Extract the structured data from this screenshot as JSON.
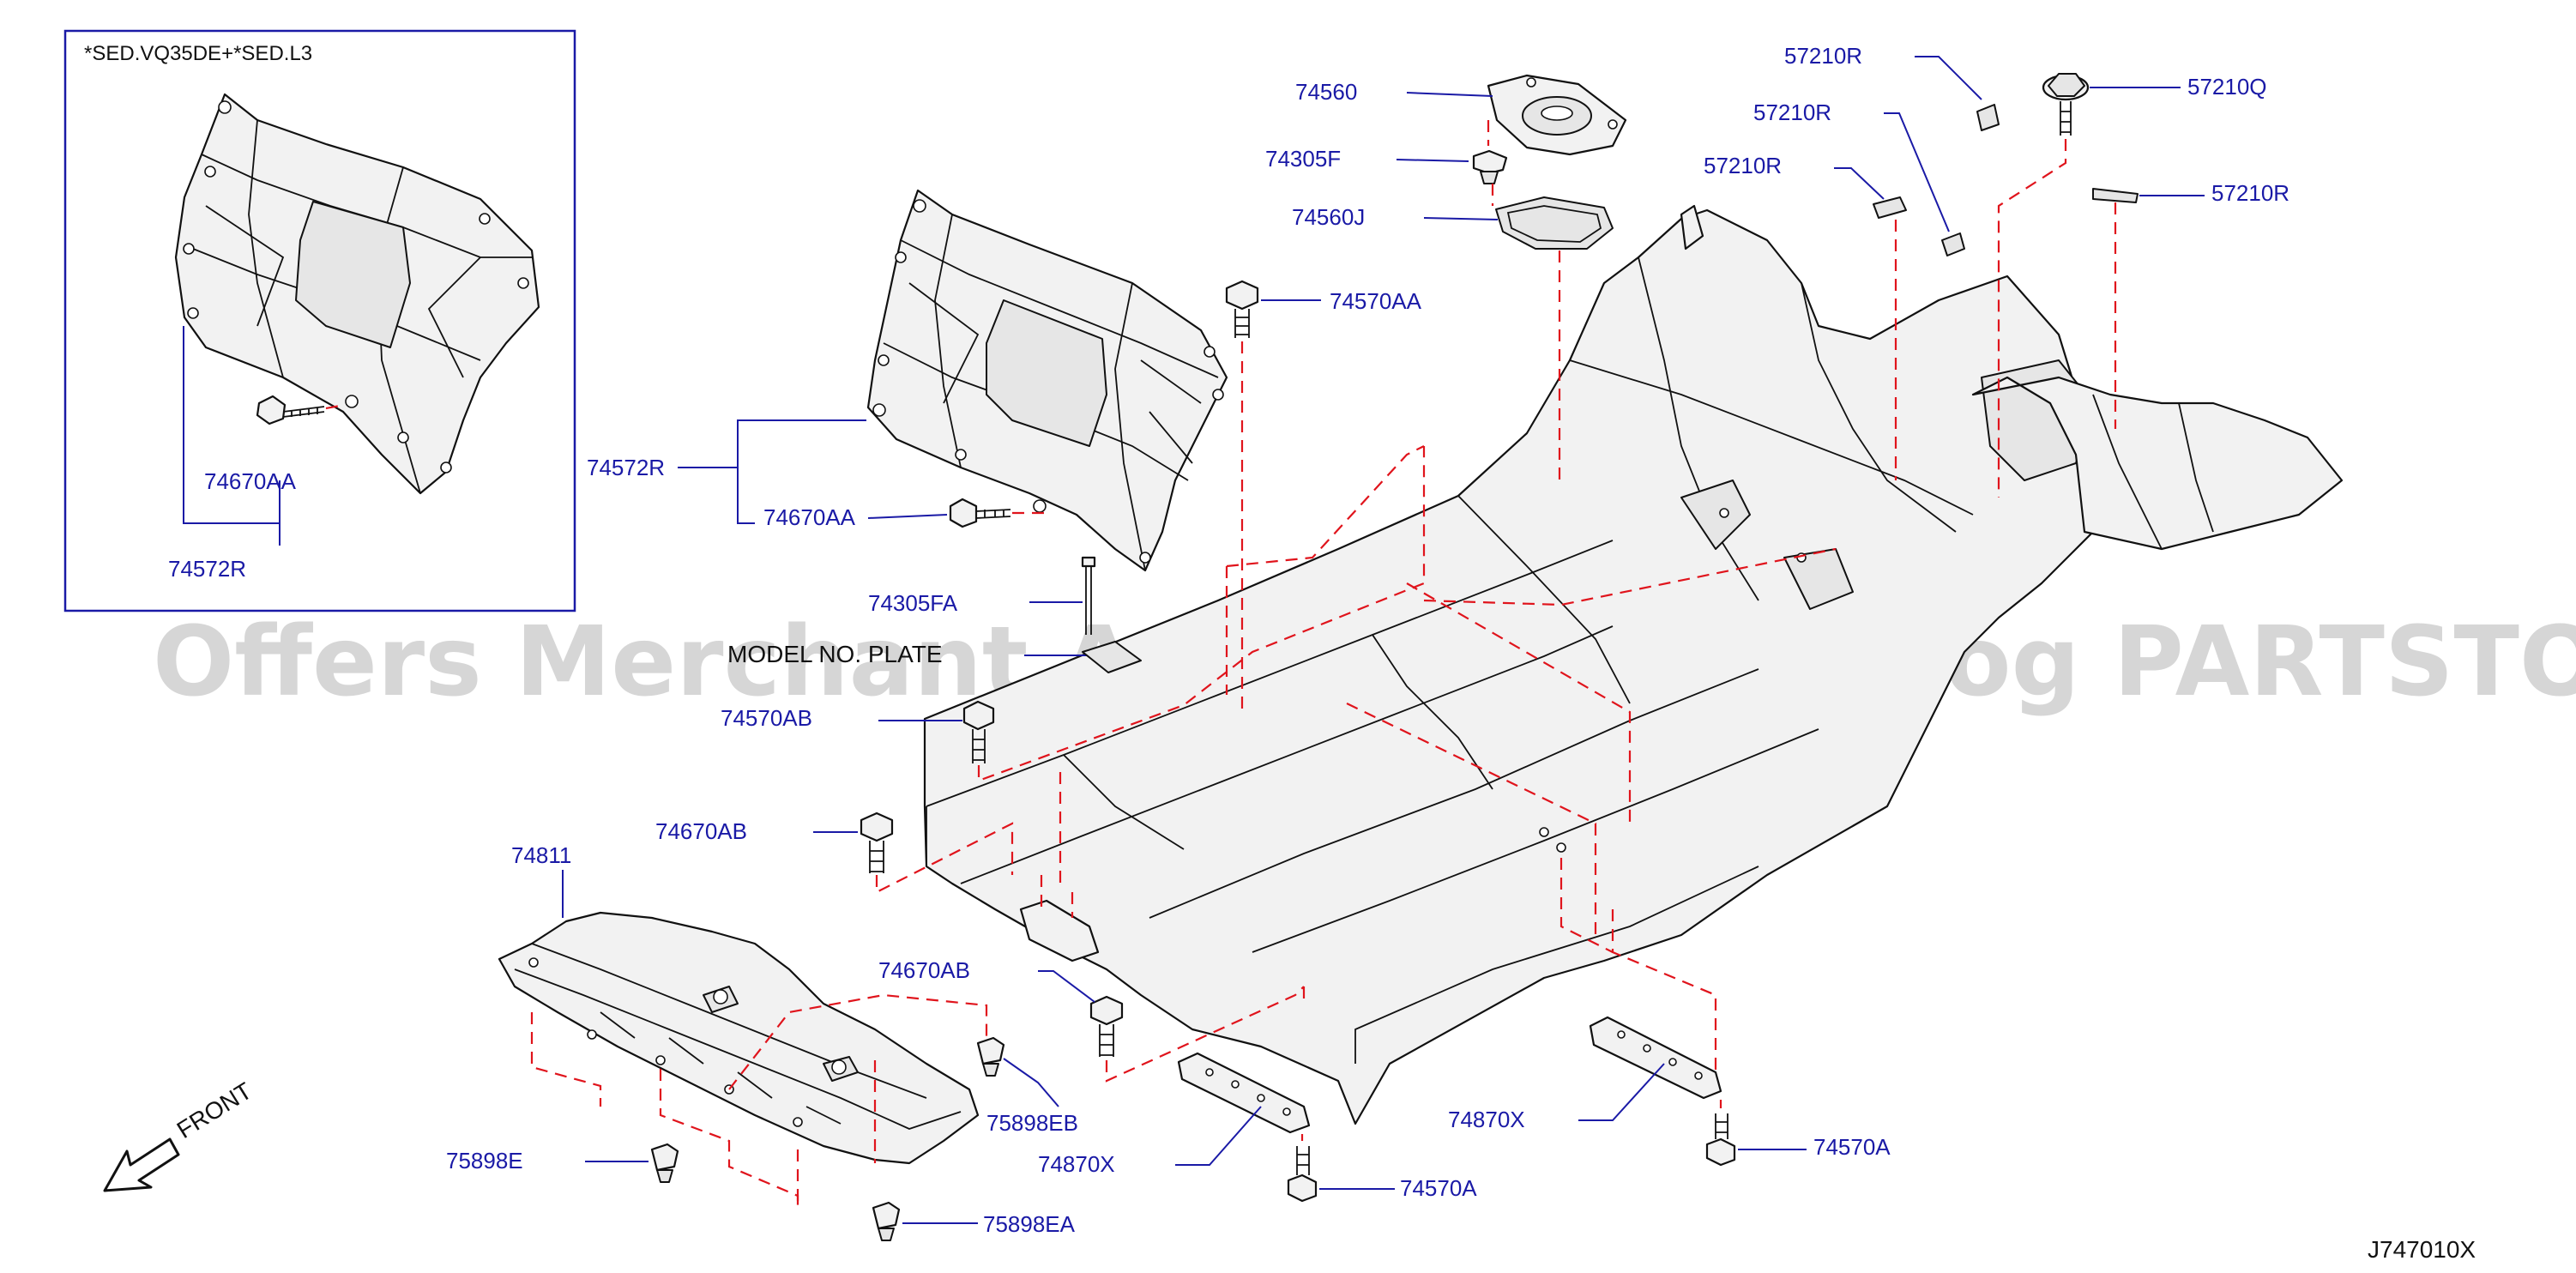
{
  "inset": {
    "title": "*SED.VQ35DE+*SED.L3"
  },
  "watermark": "Offers Merchant Auto Parts Catalog PARTSTORE.SA",
  "diagram_id": "J747010X",
  "front_label": "FRONT",
  "model_plate_label": "MODEL NO. PLATE",
  "callouts": {
    "inset_74670AA": "74670AA",
    "inset_74572R": "74572R",
    "p74572R": "74572R",
    "p74670AA": "74670AA",
    "p74560": "74560",
    "p74305F": "74305F",
    "p74560J": "74560J",
    "p74570AA": "74570AA",
    "p74305FA": "74305FA",
    "p74570AB": "74570AB",
    "p74670AB_upper": "74670AB",
    "p74670AB_lower": "74670AB",
    "p74811": "74811",
    "p75898EB": "75898EB",
    "p75898E": "75898E",
    "p75898EA": "75898EA",
    "p74870X_left": "74870X",
    "p74870X_right": "74870X",
    "p74570A_left": "74570A",
    "p74570A_right": "74570A",
    "p57210R_1": "57210R",
    "p57210R_2": "57210R",
    "p57210R_3": "57210R",
    "p57210R_4": "57210R",
    "p57210Q": "57210Q"
  }
}
